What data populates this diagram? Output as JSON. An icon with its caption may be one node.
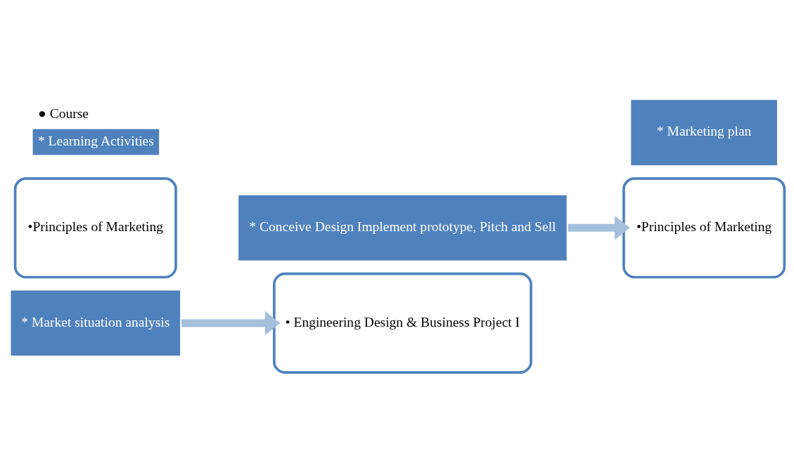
{
  "diagram": {
    "nodes": [
      {
        "text": [
          "•Principles of Marketing"
        ]
      },
      {
        "text": [
          "* Market situation analysis"
        ]
      },
      {
        "text": [
          "* Conceive Design Implement prototype, Pitch and Sell"
        ]
      },
      {
        "text": [
          "• Engineering Design & Business Project I"
        ]
      },
      {
        "text": [
          "•Principles of Marketing"
        ]
      },
      {
        "text": [
          "* Marketing plan"
        ]
      }
    ],
    "edges": [
      {
        "from": 1,
        "to": 3,
        "arrow": "to"
      },
      {
        "from": 2,
        "to": 4,
        "arrow": "to"
      }
    ],
    "legend": [
      {
        "text": "● Course"
      },
      {
        "text": "* Learning Activities",
        "color": "#4f81bd"
      }
    ]
  }
}
